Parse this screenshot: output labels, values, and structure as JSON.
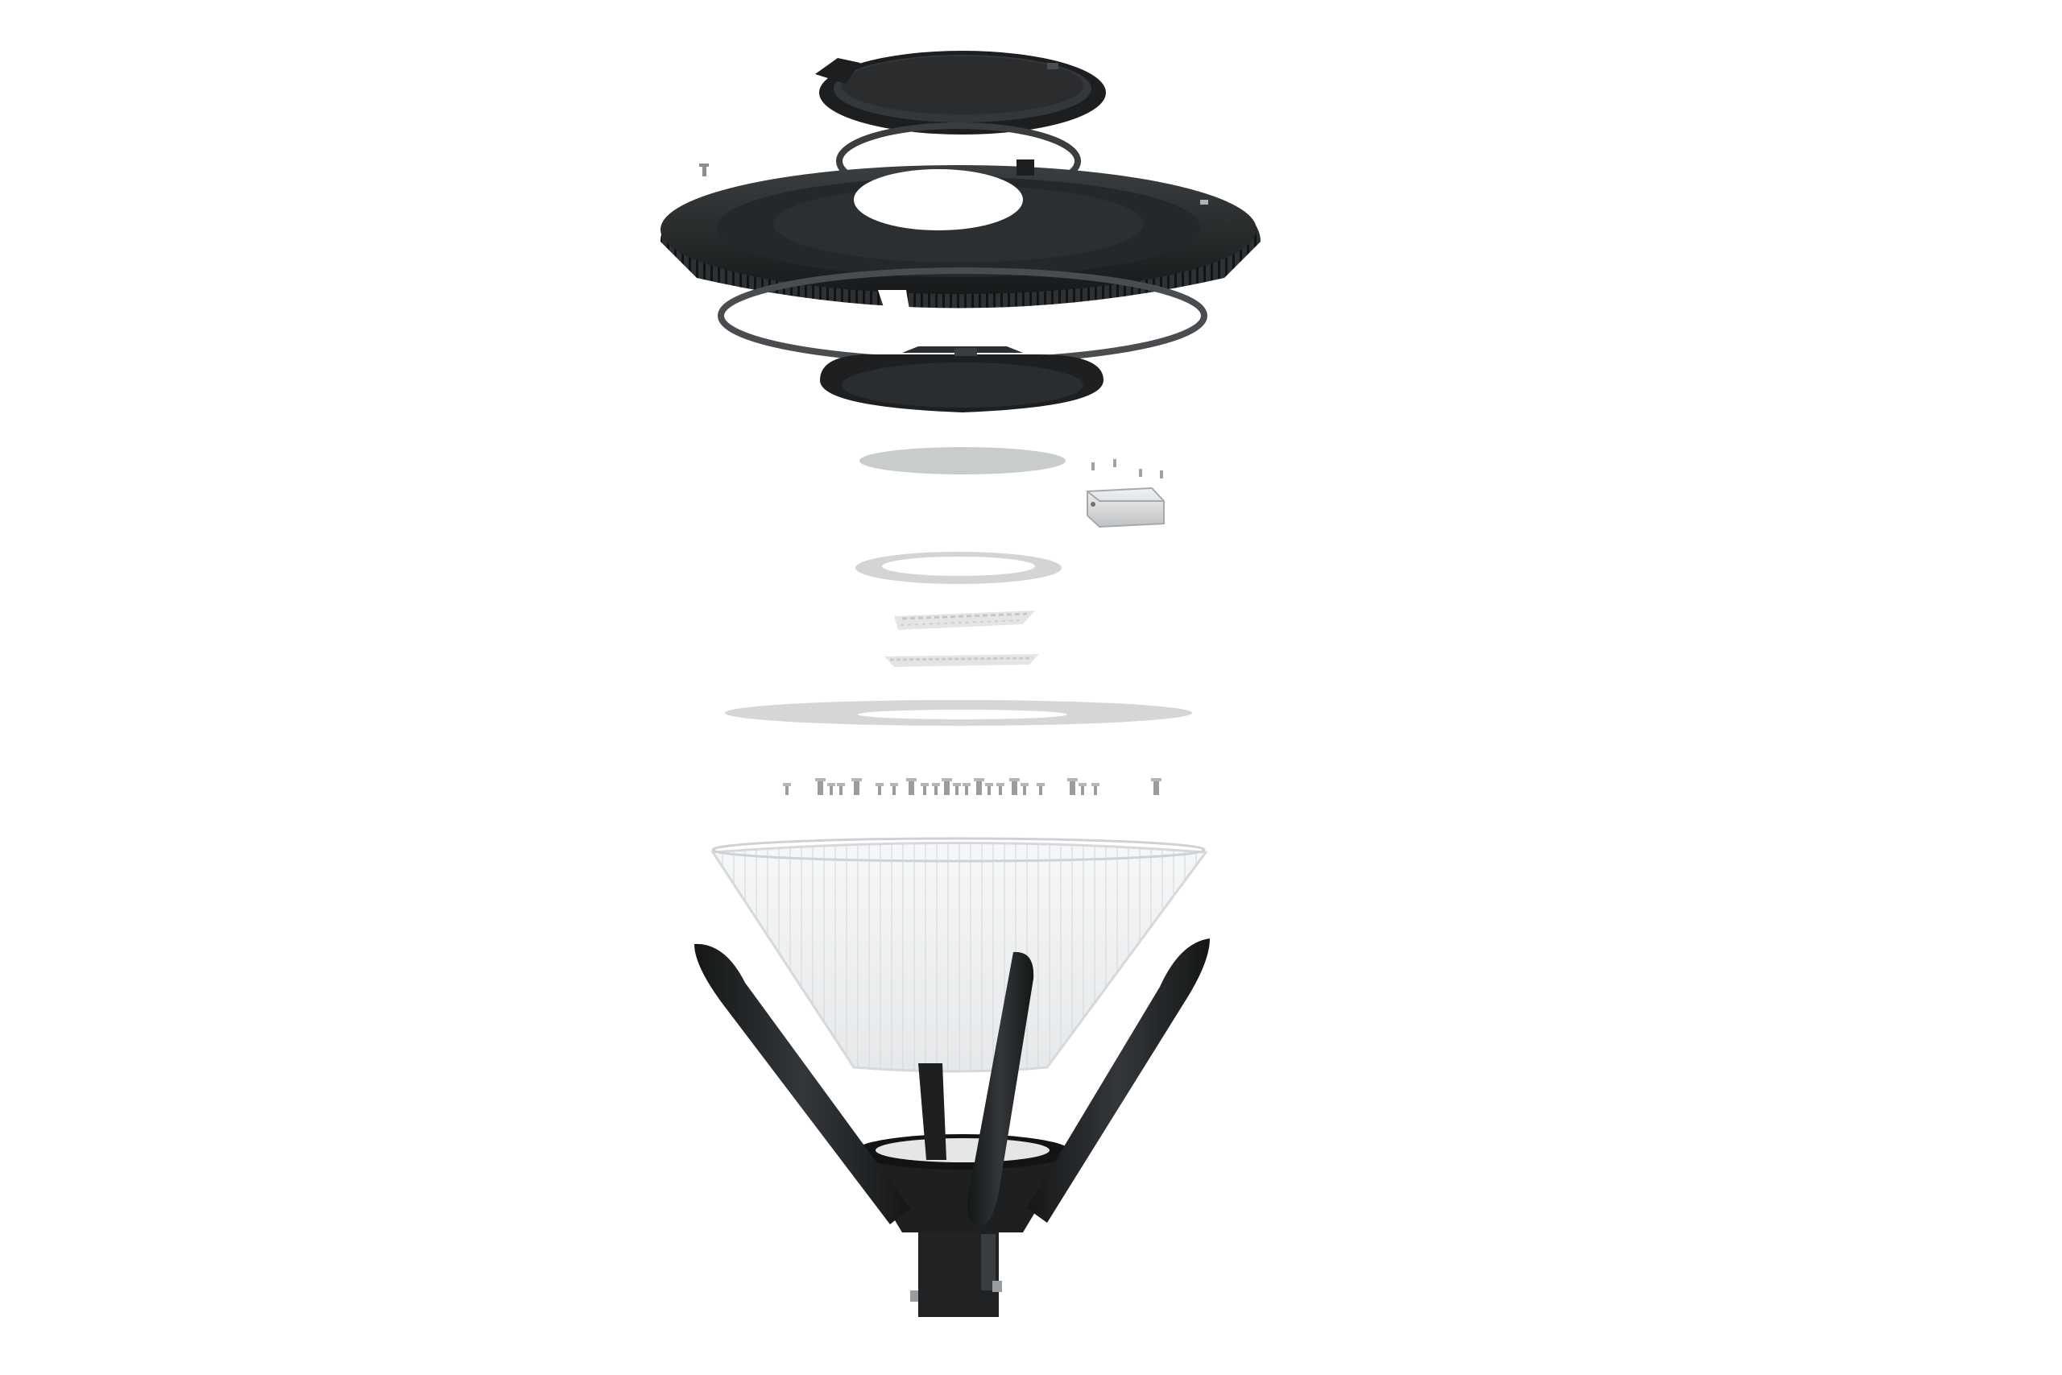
{
  "diagram": {
    "kind": "exploded-view",
    "subject": "post-top-luminaire",
    "parts": [
      {
        "id": "top-cap",
        "icon": "disc-icon"
      },
      {
        "id": "cap-gasket",
        "icon": "ring-icon"
      },
      {
        "id": "finned-heatsink-housing",
        "icon": "heatsink-icon"
      },
      {
        "id": "housing-gasket",
        "icon": "ring-icon"
      },
      {
        "id": "gear-tray",
        "icon": "tray-icon"
      },
      {
        "id": "thermal-pad",
        "icon": "disc-icon"
      },
      {
        "id": "driver-box",
        "icon": "box-icon"
      },
      {
        "id": "driver-screws",
        "icon": "screw-icon"
      },
      {
        "id": "lens-ring",
        "icon": "ring-icon"
      },
      {
        "id": "led-module-upper",
        "icon": "chip-icon"
      },
      {
        "id": "led-module-lower",
        "icon": "chip-icon"
      },
      {
        "id": "reflector-plate",
        "icon": "ring-icon"
      },
      {
        "id": "fastener-row",
        "icon": "screw-icon"
      },
      {
        "id": "prismatic-diffuser",
        "icon": "cone-icon"
      },
      {
        "id": "petal-arm-frame",
        "icon": "arm-icon"
      },
      {
        "id": "post-adapter",
        "icon": "cylinder-icon"
      }
    ],
    "colors": {
      "background": "#ffffff",
      "housing": "#1f2122",
      "housing_highlight": "#3b3e40",
      "fin": "#2a2c2e",
      "gasket": "#4a4d50",
      "grey_disc": "#c9cccd",
      "light_ring": "#d8dadb",
      "diffuser": "#eef0f1",
      "diffuser_rib": "#d2d5d7",
      "metal": "#9a9d9f",
      "lamp_face": "#e4e6e7"
    }
  }
}
